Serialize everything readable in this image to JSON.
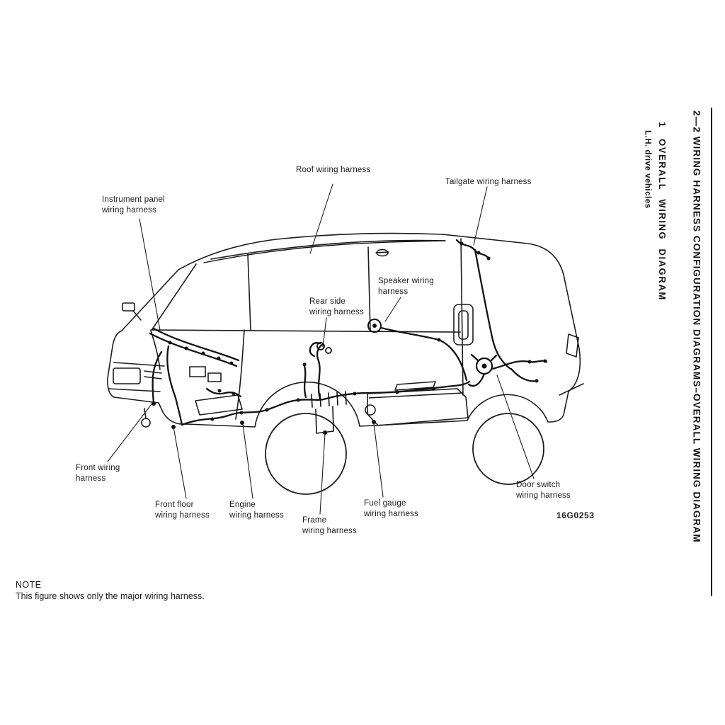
{
  "page": {
    "background": "#ffffff",
    "ink": "#1b1b1b"
  },
  "header": {
    "title": "2—2 WIRING HARNESS CONFIGURATION DIAGRAMS–OVERALL WIRING DIAGRAM",
    "section_number": "1",
    "section_title": "OVERALL WIRING DIAGRAM",
    "subtitle": "L.H. drive vehicles"
  },
  "figure": {
    "code": "16G0253",
    "labels": [
      {
        "id": "roof",
        "text": "Roof wiring harness"
      },
      {
        "id": "tailgate",
        "text": "Tailgate wiring harness"
      },
      {
        "id": "instrument",
        "text": "Instrument panel\nwiring harness"
      },
      {
        "id": "speaker",
        "text": "Speaker wiring\nharness"
      },
      {
        "id": "rear-side",
        "text": "Rear side\nwiring harness"
      },
      {
        "id": "front",
        "text": "Front wiring\nharness"
      },
      {
        "id": "front-floor",
        "text": "Front floor\nwiring harness"
      },
      {
        "id": "engine",
        "text": "Engine\nwiring harness"
      },
      {
        "id": "frame",
        "text": "Frame\nwiring harness"
      },
      {
        "id": "fuel-gauge",
        "text": "Fuel gauge\nwiring harness"
      },
      {
        "id": "door-switch",
        "text": "Door switch\nwiring harness"
      }
    ]
  },
  "note": {
    "heading": "NOTE",
    "body": "This figure shows only the major wiring harness."
  }
}
